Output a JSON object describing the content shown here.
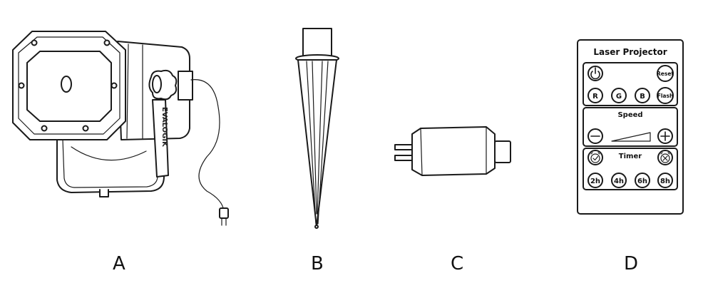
{
  "items": [
    {
      "id": "A",
      "label": "A",
      "icon": "laser-projector-icon",
      "brand": "EVALOGIK"
    },
    {
      "id": "B",
      "label": "B",
      "icon": "ground-stake-icon"
    },
    {
      "id": "C",
      "label": "C",
      "icon": "power-adapter-icon"
    },
    {
      "id": "D",
      "label": "D",
      "icon": "remote-control-icon"
    }
  ],
  "remote": {
    "title": "Laser Projector",
    "power_icon": "power-icon",
    "reset_label": "Reset",
    "color_buttons": [
      "R",
      "G",
      "B"
    ],
    "flash_label": "Flash",
    "speed_label": "Speed",
    "minus_icon": "minus-icon",
    "plus_icon": "plus-icon",
    "timer_label": "Timer",
    "timer_on_icon": "alarm-check-icon",
    "timer_off_icon": "alarm-x-icon",
    "timer_buttons": [
      "2h",
      "4h",
      "6h",
      "8h"
    ]
  }
}
